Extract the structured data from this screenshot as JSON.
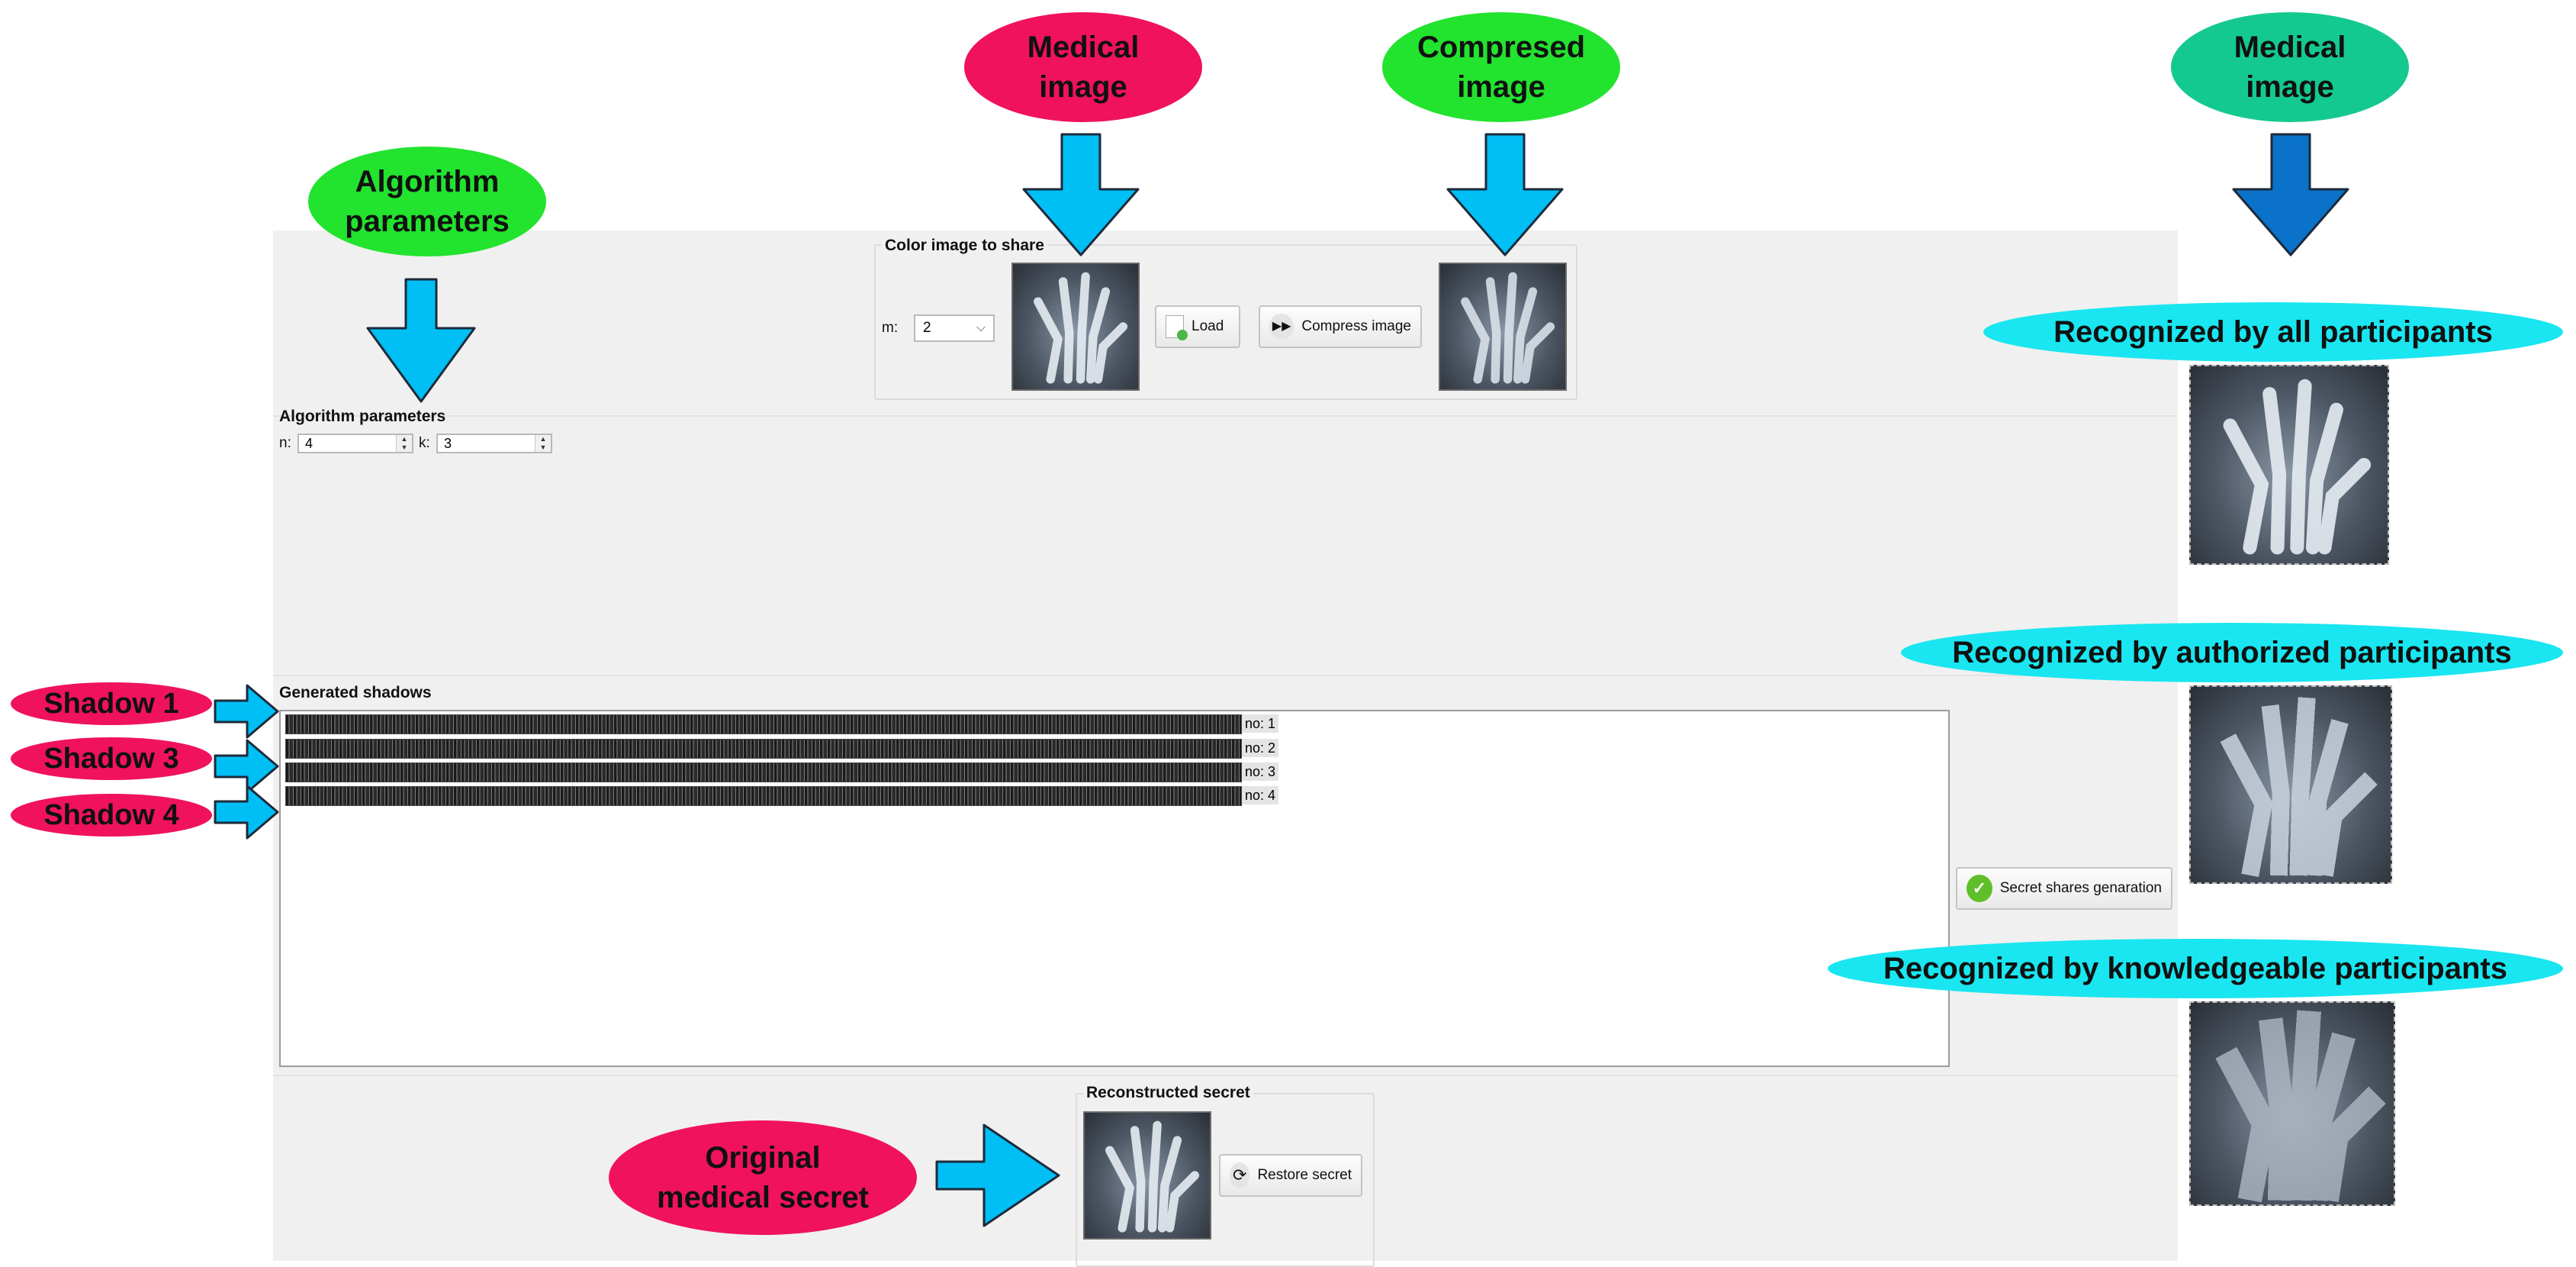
{
  "annotations": {
    "algorithm_parameters": "Algorithm parameters",
    "medical_image_1": "Medical image",
    "compresed_image": "Compresed image",
    "medical_image_2": "Medical image",
    "recognized_all": "Recognized by all participants",
    "recognized_authorized": "Recognized by authorized participants",
    "recognized_knowledgeable": "Recognized by knowledgeable participants",
    "shadow_1": "Shadow 1",
    "shadow_3": "Shadow 3",
    "shadow_4": "Shadow 4",
    "original_secret": "Original medical secret"
  },
  "colors": {
    "magenta": "#f0125d",
    "green": "#22e32e",
    "teal": "#14c98f",
    "cyan": "#19e6f0",
    "arrow_light": "#00bff5",
    "arrow_dark": "#0a72c8"
  },
  "color_image_group": {
    "title": "Color image to share",
    "m_label": "m:",
    "m_value": "2",
    "load_label": "Load",
    "compress_label": "Compress image"
  },
  "algorithm_group": {
    "title": "Algorithm parameters",
    "n_label": "n:",
    "n_value": "4",
    "k_label": "k:",
    "k_value": "3"
  },
  "shadows_group": {
    "title": "Generated shadows",
    "items": [
      {
        "label": "no: 1"
      },
      {
        "label": "no: 2"
      },
      {
        "label": "no: 3"
      },
      {
        "label": "no: 4"
      }
    ],
    "generate_label": "Secret shares genaration"
  },
  "reconstruct_group": {
    "title": "Reconstructed secret",
    "restore_label": "Restore secret"
  }
}
